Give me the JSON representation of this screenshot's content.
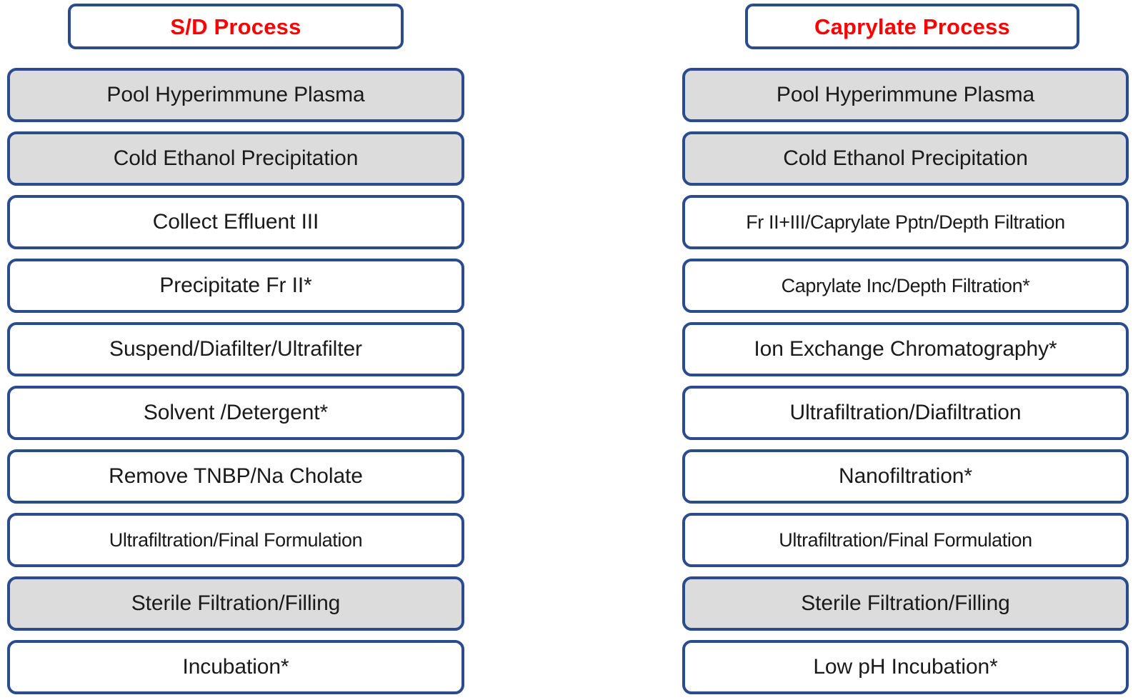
{
  "diagram": {
    "title_color": "#ff0000",
    "border_color": "#2a4b8d",
    "shaded_fill": "#dcdcdc",
    "plain_fill": "#ffffff"
  },
  "columns": [
    {
      "id": "sd-process",
      "header": "S/D Process",
      "steps": [
        {
          "label": "Pool Hyperimmune Plasma",
          "shaded": true
        },
        {
          "label": "Cold Ethanol Precipitation",
          "shaded": true
        },
        {
          "label": "Collect Effluent III",
          "shaded": false
        },
        {
          "label": "Precipitate Fr II*",
          "shaded": false
        },
        {
          "label": "Suspend/Diafilter/Ultrafilter",
          "shaded": false
        },
        {
          "label": "Solvent /Detergent*",
          "shaded": false
        },
        {
          "label": "Remove TNBP/Na Cholate",
          "shaded": false
        },
        {
          "label": "Ultrafiltration/Final Formulation",
          "shaded": false
        },
        {
          "label": "Sterile Filtration/Filling",
          "shaded": true
        },
        {
          "label": "Incubation*",
          "shaded": false
        }
      ]
    },
    {
      "id": "caprylate-process",
      "header": "Caprylate Process",
      "steps": [
        {
          "label": "Pool Hyperimmune Plasma",
          "shaded": true
        },
        {
          "label": "Cold Ethanol Precipitation",
          "shaded": true
        },
        {
          "label": "Fr II+III/Caprylate Pptn/Depth Filtration",
          "shaded": false
        },
        {
          "label": "Caprylate Inc/Depth Filtration*",
          "shaded": false
        },
        {
          "label": "Ion Exchange Chromatography*",
          "shaded": false
        },
        {
          "label": "Ultrafiltration/Diafiltration",
          "shaded": false
        },
        {
          "label": "Nanofiltration*",
          "shaded": false
        },
        {
          "label": "Ultrafiltration/Final Formulation",
          "shaded": false
        },
        {
          "label": "Sterile Filtration/Filling",
          "shaded": true
        },
        {
          "label": "Low pH Incubation*",
          "shaded": false
        }
      ]
    }
  ]
}
